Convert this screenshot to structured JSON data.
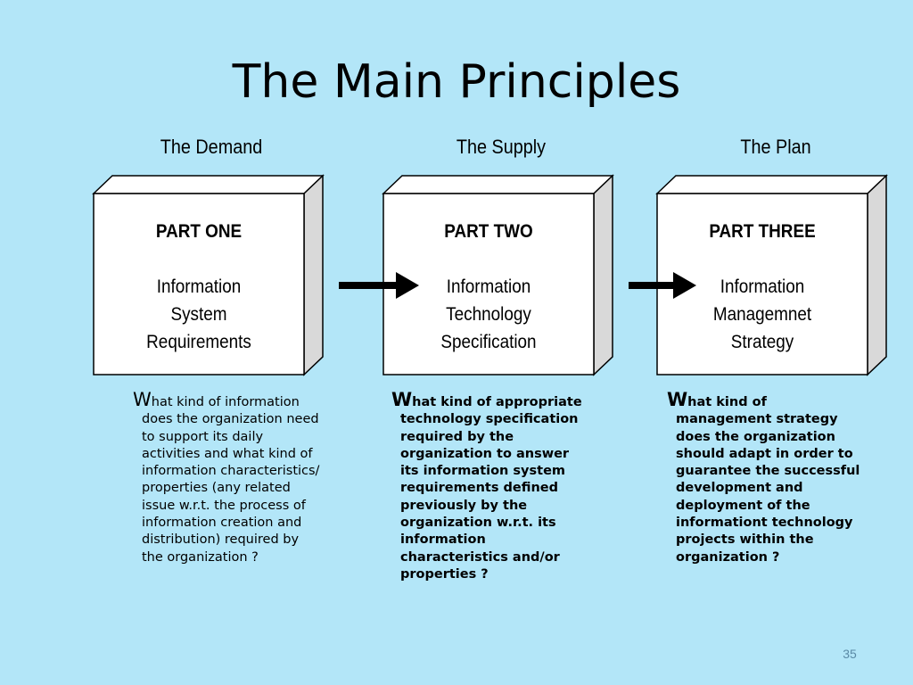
{
  "title": "The Main Principles",
  "columns": [
    {
      "label": "The Demand",
      "part": "PART ONE",
      "lines": [
        "Information",
        "System",
        "Requirements"
      ],
      "desc_first_letter": "W",
      "desc_first_rest": "hat kind of information",
      "desc_lines": [
        "does the organization need",
        "to support its daily",
        "activities and what kind of",
        "information characteristics/",
        "properties (any related",
        "issue w.r.t. the process of",
        "information creation and",
        "distribution) required by",
        "the organization ?"
      ]
    },
    {
      "label": "The Supply",
      "part": "PART TWO",
      "lines": [
        "Information",
        "Technology",
        "Specification"
      ],
      "desc_first_letter": "W",
      "desc_first_rest": "hat kind of appropriate",
      "desc_lines": [
        "technology specification",
        "required by the",
        "organization to answer",
        "its information system",
        "requirements defined",
        "previously by the",
        "organization w.r.t. its",
        "information",
        "characteristics and/or",
        "properties ?"
      ]
    },
    {
      "label": "The Plan",
      "part": "PART THREE",
      "lines": [
        "Information",
        "Managemnet",
        "Strategy"
      ],
      "desc_first_letter": "W",
      "desc_first_rest": "hat kind of",
      "desc_lines": [
        "management strategy",
        "does the organization",
        "should adapt in order to",
        "guarantee the successful",
        "development and",
        "deployment of the",
        "informationt technology",
        "projects within the",
        "organization ?"
      ]
    }
  ],
  "page_number": "35"
}
